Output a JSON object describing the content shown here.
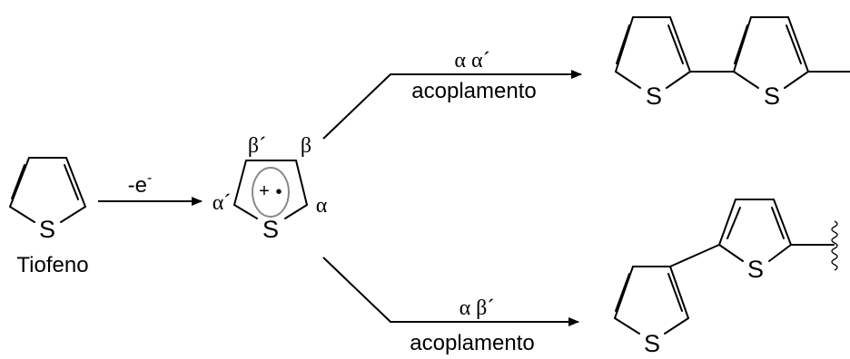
{
  "molecules": {
    "thiophene": {
      "atom": "S",
      "name": "Tiofeno"
    },
    "radical_cation": {
      "atom": "S",
      "charge": "+",
      "radical": "•",
      "label_beta_prime": "β´",
      "label_beta": "β",
      "label_alpha_prime": "α´",
      "label_alpha": "α"
    },
    "bithiophene_aa": {
      "atom_1": "S",
      "atom_2": "S"
    },
    "bithiophene_ab": {
      "atom_1": "S",
      "atom_2": "S"
    }
  },
  "reactions": {
    "oxidation": {
      "label": "-e",
      "superscript": "-"
    },
    "coupling_alpha_alpha": {
      "label": "α α´",
      "caption": "acoplamento"
    },
    "coupling_alpha_beta": {
      "label": "α β´",
      "caption": "acoplamento"
    }
  }
}
